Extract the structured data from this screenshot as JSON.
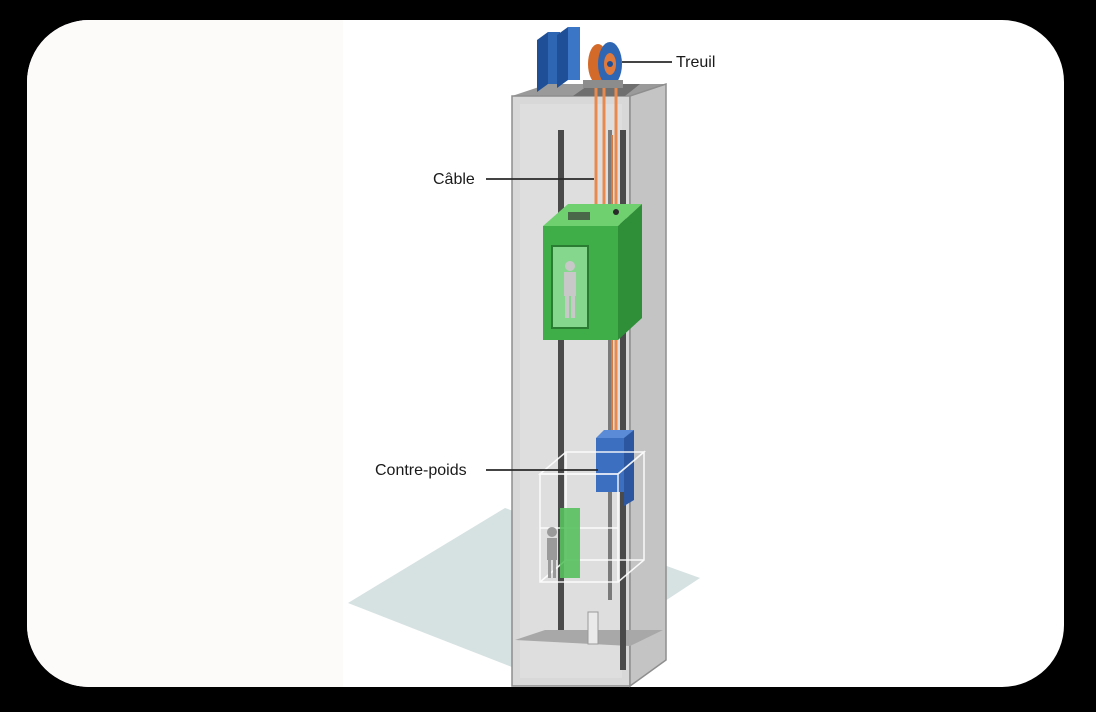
{
  "labels": {
    "treuil": "Treuil",
    "cable": "Câble",
    "contre_poids": "Contre-poids"
  },
  "colors": {
    "background": "#000000",
    "card": "#ffffff",
    "card_left": "#fdfafa",
    "shaft": "#d5d5d5",
    "cabin": "#3fae49",
    "counterweight": "#3d6fc1",
    "motor": "#2f66b3",
    "drum": "#e07a3c",
    "cable": "#e88a4e",
    "floor": "#cfdcdc"
  },
  "icons": {
    "motor": "motor-block-icon",
    "winch": "winch-drum-icon",
    "cabin": "elevator-cabin-icon",
    "person": "person-icon",
    "counterweight": "counterweight-icon"
  }
}
